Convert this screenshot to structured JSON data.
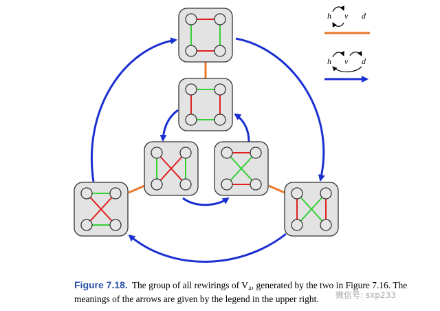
{
  "legend": {
    "row1": {
      "h": "h",
      "v": "v",
      "d": "d"
    },
    "row2": {
      "h": "h",
      "v": "v",
      "d": "d"
    }
  },
  "colors": {
    "orange_edge": "#e8782a",
    "blue_arrow": "#1a2fd0",
    "red_edge": "#e02020",
    "green_edge": "#35d035",
    "card_fill": "#e3e3e3"
  },
  "graph_nodes": [
    {
      "id": "top",
      "red": [
        "top",
        "bottom"
      ],
      "green": [
        "left",
        "right"
      ]
    },
    {
      "id": "inner-top",
      "red": [
        "left",
        "right"
      ],
      "green": [
        "top",
        "bottom"
      ]
    },
    {
      "id": "inner-left",
      "red": [
        "diagonals"
      ],
      "green": [
        "left",
        "right"
      ]
    },
    {
      "id": "inner-right",
      "red": [
        "top",
        "bottom"
      ],
      "green": [
        "diagonals"
      ]
    },
    {
      "id": "outer-left",
      "red": [
        "diagonals"
      ],
      "green": [
        "top",
        "bottom"
      ]
    },
    {
      "id": "outer-right",
      "red": [
        "left",
        "right"
      ],
      "green": [
        "diagonals"
      ]
    }
  ],
  "caption": {
    "figure_label": "Figure 7.18.",
    "text": "The group of all rewirings of V₄, generated by the two in Figure 7.16. The meanings of the arrows are given by the legend in the upper right."
  },
  "watermark": "微信号: sxp233"
}
